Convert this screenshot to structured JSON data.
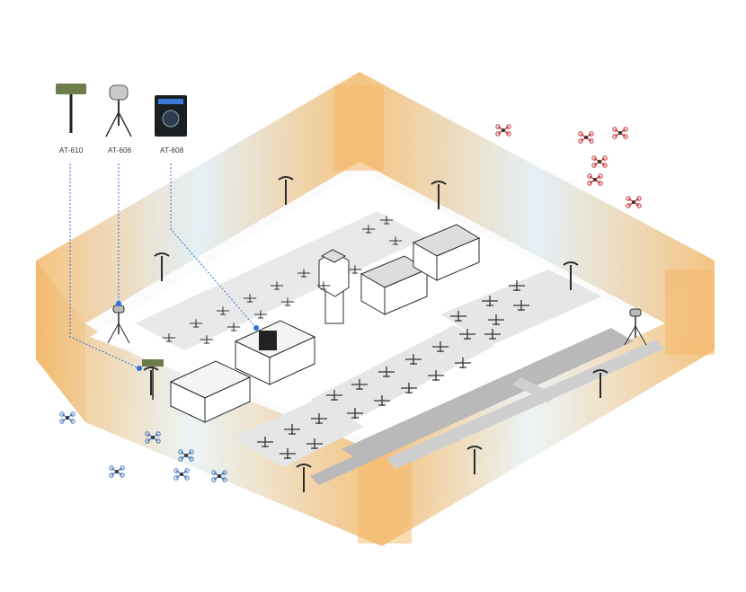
{
  "devices": [
    {
      "label": "AT-610",
      "icon": "directional-antenna-icon"
    },
    {
      "label": "AT-606",
      "icon": "radar-tripod-icon"
    },
    {
      "label": "AT-608",
      "icon": "control-unit-icon"
    }
  ],
  "colors": {
    "fence_orange": "#f3b35e",
    "fence_blue": "#dbeef9",
    "ground": "#ffffff",
    "pad": "#e6e6e6",
    "runway": "#a9a9a9",
    "leader_line": "#2f6de1",
    "drone_red": "#c62828",
    "drone_blue": "#3f6fb5",
    "ink": "#2b2b2b"
  },
  "icons": {
    "tower": "control-tower-icon",
    "hangar": "hangar-icon",
    "building": "office-building-icon",
    "aircraft": "aircraft-icon",
    "helicopter": "helicopter-icon",
    "light_pole": "light-pole-icon",
    "quadcopter": "quadcopter-drone-icon",
    "fixed_wing_uav": "fixed-wing-drone-icon"
  }
}
